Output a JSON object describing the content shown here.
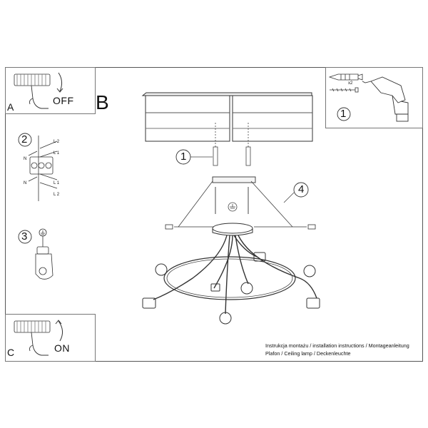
{
  "panel_a": {
    "letter": "A",
    "state": "OFF"
  },
  "panel_b": {
    "letter": "B"
  },
  "panel_c": {
    "letter": "C",
    "state": "ON"
  },
  "tools": {
    "label": "1",
    "quantity": "x2"
  },
  "wiring": {
    "step": "2",
    "terminals": {
      "l2_top": "L 2",
      "l1_top": "L 1",
      "n_top": "N",
      "n_bottom": "N",
      "l1_bottom": "L 1",
      "l2_bottom": "L 2"
    }
  },
  "ground": {
    "step": "3"
  },
  "main_callouts": {
    "dowel": "1",
    "canopy": "4"
  },
  "footer": {
    "line1": "Instrukcja montażu / installation instructions / Montageanleitung",
    "line2": "Plafon / Ceiling lamp / Deckenleuchte"
  }
}
